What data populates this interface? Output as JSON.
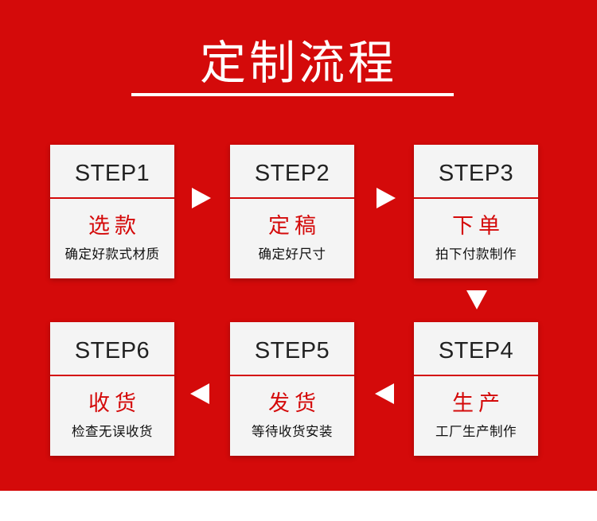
{
  "title": "定制流程",
  "colors": {
    "brand_red": "#d40a0a",
    "card_bg": "#f4f4f4",
    "text": "#222222"
  },
  "steps": [
    {
      "step": "STEP1",
      "name": "选款",
      "desc": "确定好款式材质"
    },
    {
      "step": "STEP2",
      "name": "定稿",
      "desc": "确定好尺寸"
    },
    {
      "step": "STEP3",
      "name": "下单",
      "desc": "拍下付款制作"
    },
    {
      "step": "STEP4",
      "name": "生产",
      "desc": "工厂生产制作"
    },
    {
      "step": "STEP5",
      "name": "发货",
      "desc": "等待收货安装"
    },
    {
      "step": "STEP6",
      "name": "收货",
      "desc": "检查无误收货"
    }
  ],
  "arrows": [
    {
      "icon": "arrow-right-icon"
    },
    {
      "icon": "arrow-right-icon"
    },
    {
      "icon": "arrow-down-icon"
    },
    {
      "icon": "arrow-left-icon"
    },
    {
      "icon": "arrow-left-icon"
    }
  ]
}
